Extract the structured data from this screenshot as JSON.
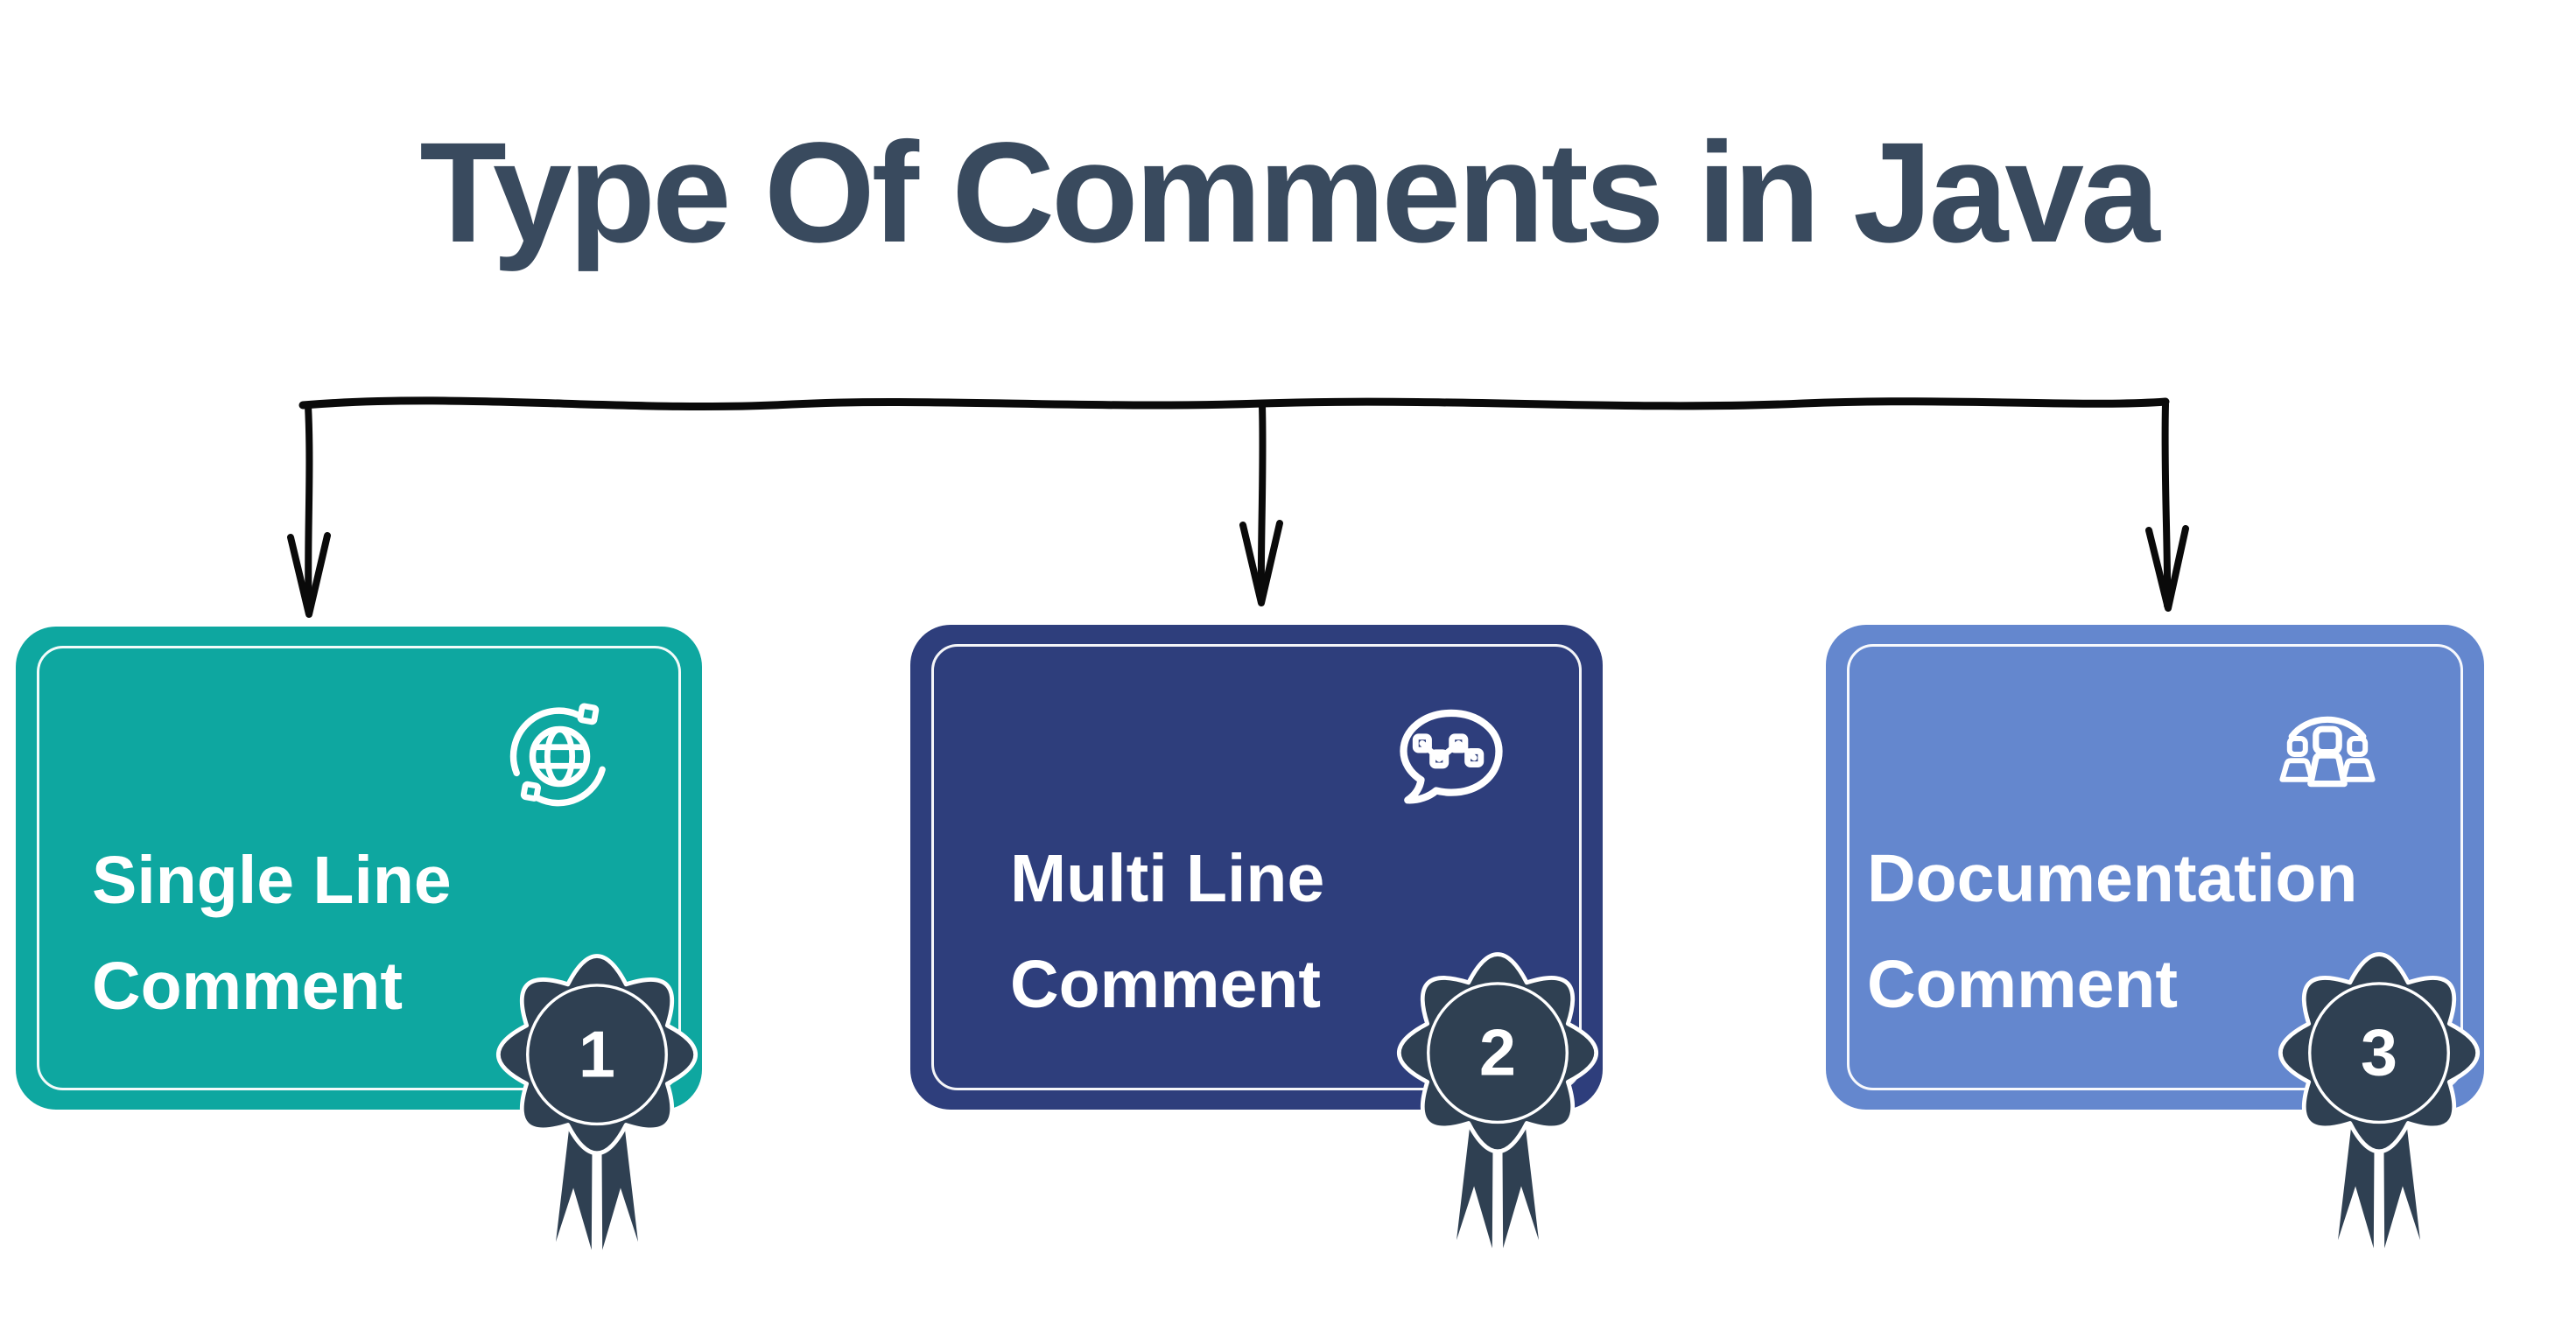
{
  "title": "Type Of Comments in Java",
  "colors": {
    "background": "#ffffff",
    "title_text": "#394a5e",
    "arrow": "#0a0a0a",
    "card_text": "#ffffff",
    "badge": "#2f4052",
    "card_single_line": "#0ea7a0",
    "card_multi_line": "#2e3e7c",
    "card_documentation": "#6487ce"
  },
  "cards": [
    {
      "label": "Single Line Comment",
      "label_lines": [
        "Single Line",
        "Comment"
      ],
      "badge_number": "1",
      "icon": "globe-network-icon",
      "color": "#0ea7a0"
    },
    {
      "label": "Multi Line Comment",
      "label_lines": [
        "Multi Line",
        "Comment"
      ],
      "badge_number": "2",
      "icon": "chat-bubble-graph-icon",
      "color": "#2e3e7c"
    },
    {
      "label": "Documentation Comment",
      "label_lines": [
        "Documentation",
        "Comment"
      ],
      "badge_number": "3",
      "icon": "team-people-icon",
      "color": "#6487ce"
    }
  ]
}
